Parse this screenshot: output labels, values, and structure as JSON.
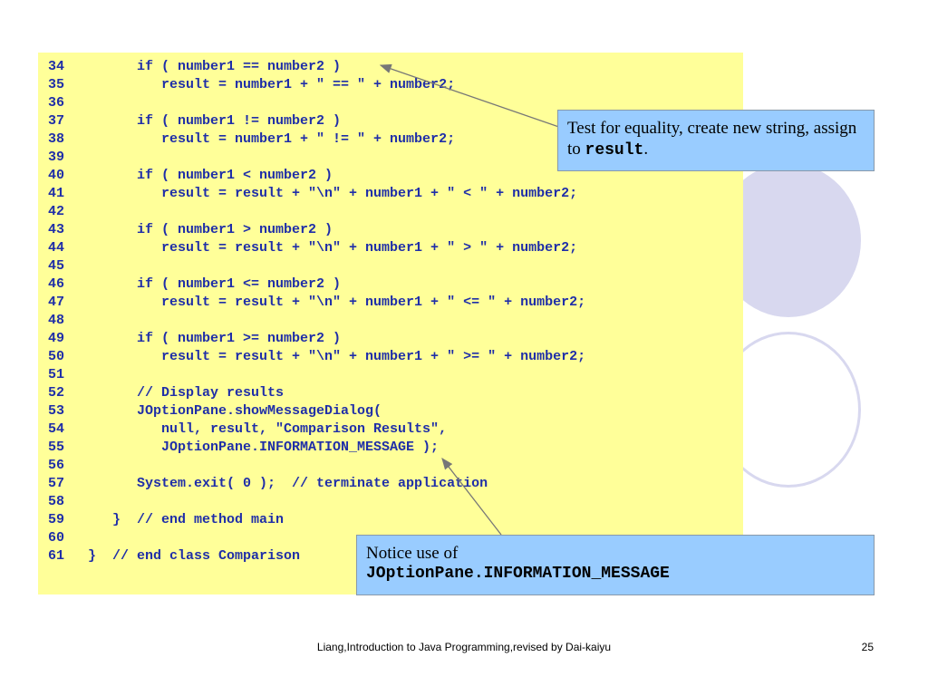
{
  "code_lines": [
    {
      "n": "34",
      "text": "      if ( number1 == number2 )"
    },
    {
      "n": "35",
      "text": "         result = number1 + \" == \" + number2;"
    },
    {
      "n": "36",
      "text": ""
    },
    {
      "n": "37",
      "text": "      if ( number1 != number2 )"
    },
    {
      "n": "38",
      "text": "         result = number1 + \" != \" + number2;"
    },
    {
      "n": "39",
      "text": ""
    },
    {
      "n": "40",
      "text": "      if ( number1 < number2 )"
    },
    {
      "n": "41",
      "text": "         result = result + \"\\n\" + number1 + \" < \" + number2;"
    },
    {
      "n": "42",
      "text": ""
    },
    {
      "n": "43",
      "text": "      if ( number1 > number2 )"
    },
    {
      "n": "44",
      "text": "         result = result + \"\\n\" + number1 + \" > \" + number2;"
    },
    {
      "n": "45",
      "text": ""
    },
    {
      "n": "46",
      "text": "      if ( number1 <= number2 )"
    },
    {
      "n": "47",
      "text": "         result = result + \"\\n\" + number1 + \" <= \" + number2;"
    },
    {
      "n": "48",
      "text": ""
    },
    {
      "n": "49",
      "text": "      if ( number1 >= number2 )"
    },
    {
      "n": "50",
      "text": "         result = result + \"\\n\" + number1 + \" >= \" + number2;"
    },
    {
      "n": "51",
      "text": ""
    },
    {
      "n": "52",
      "text": "      // Display results"
    },
    {
      "n": "53",
      "text": "      JOptionPane.showMessageDialog("
    },
    {
      "n": "54",
      "text": "         null, result, \"Comparison Results\","
    },
    {
      "n": "55",
      "text": "         JOptionPane.INFORMATION_MESSAGE );"
    },
    {
      "n": "56",
      "text": ""
    },
    {
      "n": "57",
      "text": "      System.exit( 0 );  // terminate application"
    },
    {
      "n": "58",
      "text": ""
    },
    {
      "n": "59",
      "text": "   }  // end method main"
    },
    {
      "n": "60",
      "text": ""
    },
    {
      "n": "61",
      "text": "}  // end class Comparison"
    }
  ],
  "callouts": {
    "equality": {
      "text_before": "Test for equality, create new string, assign to ",
      "code": "result",
      "text_after": "."
    },
    "message": {
      "text": "Notice use of",
      "code": "JOptionPane.INFORMATION_MESSAGE"
    }
  },
  "footer": {
    "credit": "Liang,Introduction to Java Programming,revised by Dai-kaiyu",
    "page_number": "25"
  },
  "colors": {
    "code_background": "#ffff99",
    "code_text": "#1f2ea8",
    "callout_background": "#99ccff",
    "decoration": "#d8d8ef"
  }
}
